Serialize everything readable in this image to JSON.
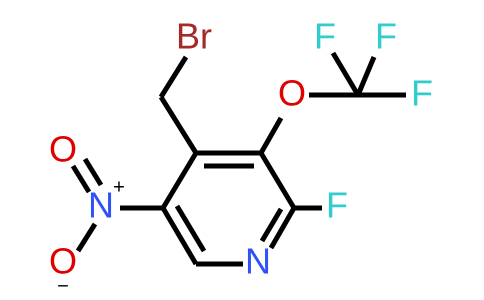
{
  "molecule": {
    "atoms": {
      "bromine": {
        "symbol": "Br",
        "color": "#a62929"
      },
      "oxygen_ether": {
        "symbol": "O",
        "color": "#e00000"
      },
      "fluorine_cf3_left": {
        "symbol": "F",
        "color": "#33cccc"
      },
      "fluorine_cf3_top": {
        "symbol": "F",
        "color": "#33cccc"
      },
      "fluorine_cf3_right": {
        "symbol": "F",
        "color": "#33cccc"
      },
      "fluorine_ring": {
        "symbol": "F",
        "color": "#33cccc"
      },
      "nitrogen_ring": {
        "symbol": "N",
        "color": "#3050f8"
      },
      "nitrogen_nitro": {
        "symbol": "N",
        "color": "#3050f8"
      },
      "oxygen_nitro_top": {
        "symbol": "O",
        "color": "#e00000"
      },
      "oxygen_nitro_bottom": {
        "symbol": "O",
        "color": "#e00000"
      }
    },
    "charges": {
      "nitro_nitrogen": "+",
      "nitro_oxygen": "−"
    },
    "bond_color": "#000000"
  }
}
